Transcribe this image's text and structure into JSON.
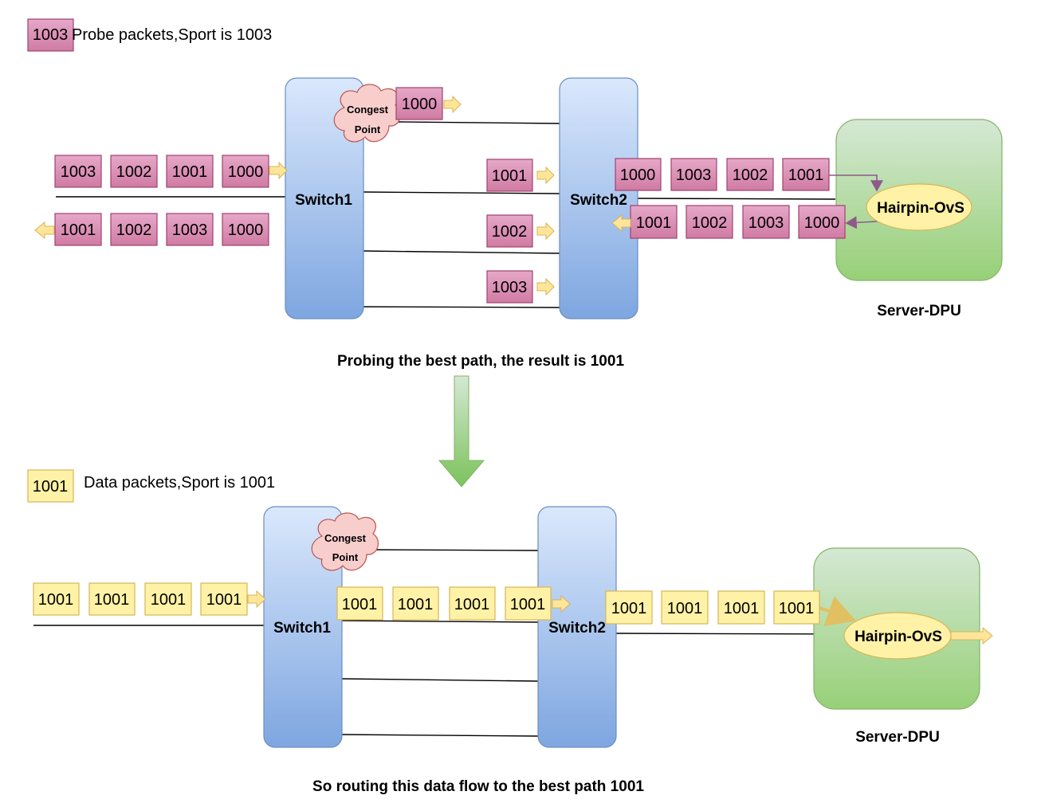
{
  "legend_probe": {
    "box_label": "1003",
    "text": "Probe packets,Sport is 1003"
  },
  "legend_data": {
    "box_label": "1001",
    "text": "Data packets,Sport is 1001"
  },
  "probe_caption": "Probing the best path, the result is 1001",
  "routing_caption": "So routing this data flow to the best path 1001",
  "top": {
    "switch1": "Switch1",
    "switch2": "Switch2",
    "congest_line1": "Congest",
    "congest_line2": "Point",
    "hairpin": "Hairpin-OvS",
    "server": "Server-DPU",
    "incoming": [
      "1003",
      "1002",
      "1001",
      "1000"
    ],
    "returning": [
      "1001",
      "1002",
      "1003",
      "1000"
    ],
    "path_congested": "1000",
    "path_1": "1001",
    "path_2": "1002",
    "path_3": "1003",
    "to_hairpin": [
      "1000",
      "1003",
      "1002",
      "1001"
    ],
    "from_hairpin": [
      "1001",
      "1002",
      "1003",
      "1000"
    ]
  },
  "bottom": {
    "switch1": "Switch1",
    "switch2": "Switch2",
    "congest_line1": "Congest",
    "congest_line2": "Point",
    "hairpin": "Hairpin-OvS",
    "server": "Server-DPU",
    "incoming": [
      "1001",
      "1001",
      "1001",
      "1001"
    ],
    "middle": [
      "1001",
      "1001",
      "1001",
      "1001"
    ],
    "to_hairpin": [
      "1001",
      "1001",
      "1001",
      "1001"
    ]
  },
  "colors": {
    "probe_fill": "#E6A8C9",
    "probe_stroke": "#A0426E",
    "data_fill": "#FFF2A6",
    "data_stroke": "#D6B656",
    "switch_top": "#DAE8FC",
    "switch_bottom": "#7EA6E0",
    "switch_stroke": "#6C8EBF",
    "server_top": "#D5E8D4",
    "server_bottom": "#97D077",
    "server_stroke": "#82B366",
    "hairpin_fill": "#FFF2A6",
    "hairpin_stroke": "#D6B656",
    "cloud_fill": "#F8CECC",
    "cloud_stroke": "#B85450",
    "arrow_fill": "#FFE599",
    "arrow_stroke": "#D6B656",
    "purple": "#8E5A8A",
    "down_arrow_top": "#D5E8D4",
    "down_arrow_bottom": "#7BC35B"
  },
  "icons": [
    "cloud-icon",
    "right-arrow-icon",
    "left-arrow-icon",
    "down-arrow-icon"
  ]
}
